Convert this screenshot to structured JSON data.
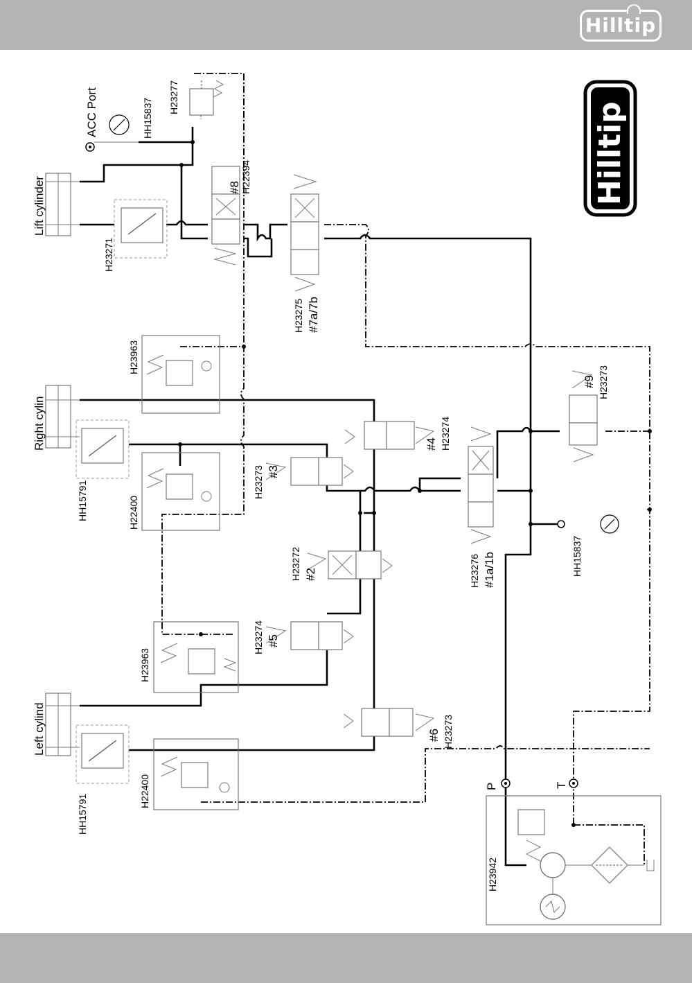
{
  "header": {
    "brand": "Hilltip"
  },
  "logo": {
    "text": "Hilltip"
  },
  "cylinders": {
    "lift": "Lift cylinder",
    "right": "Right cylin",
    "left": "Left cylind"
  },
  "ports": {
    "acc": "ACC Port",
    "p": "P",
    "t": "T"
  },
  "parts": {
    "h23277": "H23277",
    "hh15837_top": "HH15837",
    "h22394": "H22394",
    "n8": "#8",
    "h23271": "H23271",
    "h23275": "H23275",
    "n7a7b": "#7a/7b",
    "h23963_a": "H23963",
    "h22400_a": "H22400",
    "hh15791_a": "HH15791",
    "h23274_a": "H23274",
    "n4": "#4",
    "h23273_a": "H23273",
    "n3": "#3",
    "h23272": "H23272",
    "n2": "#2",
    "h23276": "H23276",
    "n1a1b": "#1a/1b",
    "n9": "#9",
    "h23273_b": "H23273",
    "hh15837_bot": "HH15837",
    "h23963_b": "H23963",
    "h23274_b": "H23274",
    "n5": "#5",
    "h22400_b": "H22400",
    "hh15791_b": "HH15791",
    "n6": "#6",
    "h23273_c": "H23273",
    "h23942": "H23942"
  }
}
